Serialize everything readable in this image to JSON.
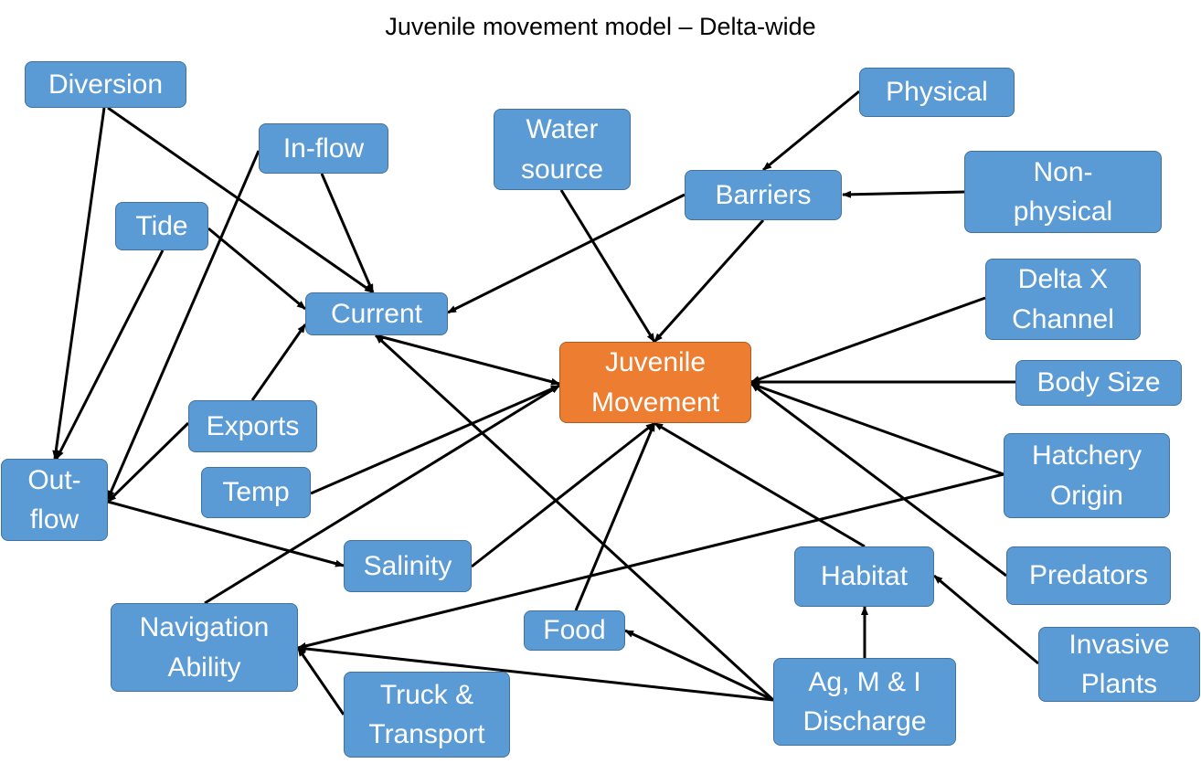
{
  "title": "Juvenile movement model – Delta-wide",
  "nodes": {
    "diversion": "Diversion",
    "in_flow": "In-flow",
    "water_source": "Water\nsource",
    "physical": "Physical",
    "barriers": "Barriers",
    "non_physical": "Non-\nphysical",
    "tide": "Tide",
    "current": "Current",
    "delta_x_channel": "Delta X\nChannel",
    "juvenile_movement": "Juvenile\nMovement",
    "body_size": "Body Size",
    "exports": "Exports",
    "hatchery_origin": "Hatchery\nOrigin",
    "out_flow": "Out-\nflow",
    "temp": "Temp",
    "salinity": "Salinity",
    "habitat": "Habitat",
    "predators": "Predators",
    "navigation_ability": "Navigation\nAbility",
    "food": "Food",
    "invasive_plants": "Invasive\nPlants",
    "ag_m_i_discharge": "Ag, M & I\nDischarge",
    "truck_transport": "Truck &\nTransport"
  },
  "colors": {
    "node_fill": "#5b9bd5",
    "node_border": "#41719c",
    "center_fill": "#ed7d31",
    "arrow": "#000000"
  }
}
